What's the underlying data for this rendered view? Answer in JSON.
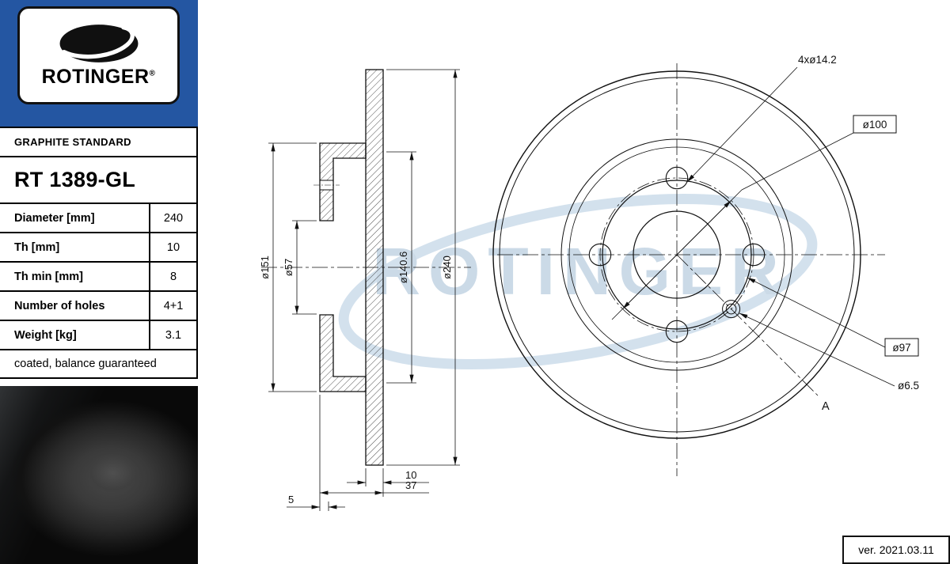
{
  "brand": {
    "name": "ROTINGER",
    "registered": "®"
  },
  "colors": {
    "brand_blue": "#2456a2",
    "watermark_blue": "#c3d4e3"
  },
  "sidebar": {
    "series_label": "GRAPHITE STANDARD",
    "part_number": "RT 1389-GL",
    "specs": [
      {
        "label": "Diameter [mm]",
        "value": "240"
      },
      {
        "label": "Th [mm]",
        "value": "10"
      },
      {
        "label": "Th min [mm]",
        "value": "8"
      },
      {
        "label": "Number of holes",
        "value": "4+1"
      },
      {
        "label": "Weight [kg]",
        "value": "3.1"
      }
    ],
    "note": "coated, balance guaranteed"
  },
  "drawing": {
    "watermark": "ROTINGER",
    "section": {
      "d151": "ø151",
      "d57": "ø57",
      "d140": "ø140.6",
      "d240": "ø240",
      "w10": "10",
      "w37": "37",
      "w5": "5"
    },
    "front": {
      "holes": "4xø14.2",
      "bolt_circle": "ø100",
      "hub": "ø97",
      "pilot": "ø6.5",
      "view": "A"
    }
  },
  "footer": {
    "version": "ver. 2021.03.11"
  }
}
